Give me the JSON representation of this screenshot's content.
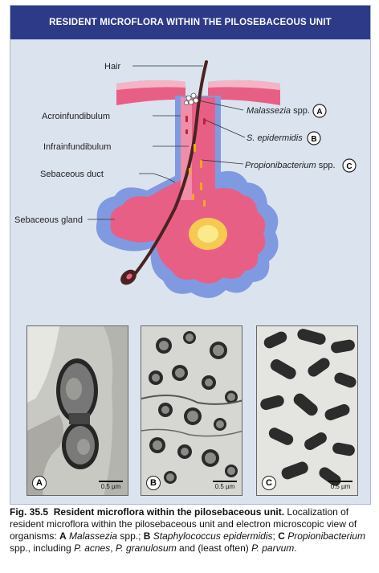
{
  "title": "RESIDENT MICROFLORA WITHIN THE PILOSEBACEOUS UNIT",
  "labels": {
    "hair": "Hair",
    "acroinfundibulum": "Acroinfundibulum",
    "infrainfundibulum": "Infrainfundibulum",
    "sebaceous_duct": "Sebaceous duct",
    "sebaceous_gland": "Sebaceous gland",
    "malassezia": "Malassezia",
    "malassezia_suffix": " spp.",
    "s_epidermidis": "S. epidermidis",
    "propionibacterium": "Propionibacterium",
    "propionibacterium_suffix": " spp."
  },
  "badges": {
    "a": "A",
    "b": "B",
    "c": "C"
  },
  "scale": {
    "a": "0.5 µm",
    "b": "0.5 µm",
    "c": "0.5 µm"
  },
  "colors": {
    "title_bar": "#2d3a88",
    "panel_bg": "#dbe3ef",
    "tissue_pink": "#e85f86",
    "tissue_light": "#f4b4c6",
    "gland_blue": "#7f9ae0",
    "sebum_yellow": "#f7d54a",
    "hair_brown": "#4a2320"
  },
  "caption": {
    "fig": "Fig. 35.5",
    "heading": "Resident microflora within the pilosebaceous unit.",
    "body1": " Localization of resident microflora within the pilosebaceous unit and electron microscopic view of organisms: ",
    "a_letter": "A",
    "a_name": "Malassezia",
    "a_suffix": " spp.; ",
    "b_letter": "B",
    "b_name": "Staphylococcus epidermidis",
    "b_suffix": ";",
    "c_letter": "C",
    "c_name": "Propionibacterium",
    "c_suffix": " spp., including ",
    "p1": "P. acnes",
    "sep1": ", ",
    "p2": "P. granulosum",
    "sep2": " and (least often) ",
    "p3": "P. parvum",
    "end": "."
  }
}
